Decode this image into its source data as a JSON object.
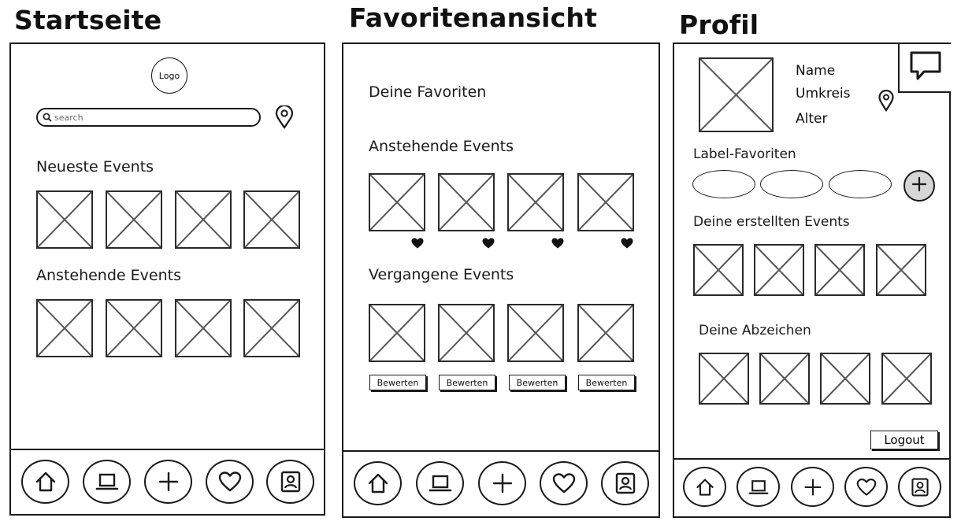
{
  "screens": {
    "home": {
      "title": "Startseite",
      "logo": "Logo",
      "search_placeholder": "search",
      "sections": [
        "Neueste Events",
        "Anstehende Events"
      ]
    },
    "favorites": {
      "title": "Favoritenansicht",
      "heading": "Deine Favoriten",
      "sections": [
        "Anstehende Events",
        "Vergangene Events"
      ],
      "rate_label": "Bewerten"
    },
    "profile": {
      "title": "Profil",
      "fields": [
        "Name",
        "Umkreis",
        "Alter"
      ],
      "label_favorites": "Label-Favoriten",
      "created_events": "Deine erstellten Events",
      "badges": "Deine Abzeichen",
      "logout": "Logout"
    }
  },
  "icons": {
    "nav": [
      "home-icon",
      "laptop-icon",
      "plus-icon",
      "heart-icon",
      "profile-icon"
    ],
    "location": "map-pin-icon",
    "search": "search-icon",
    "chat": "chat-bubble-icon",
    "favorite": "heart-filled-icon"
  },
  "colors": {
    "ink": "#1a1a1a",
    "plus_fill": "#d6d6d6",
    "background": "#ffffff"
  }
}
